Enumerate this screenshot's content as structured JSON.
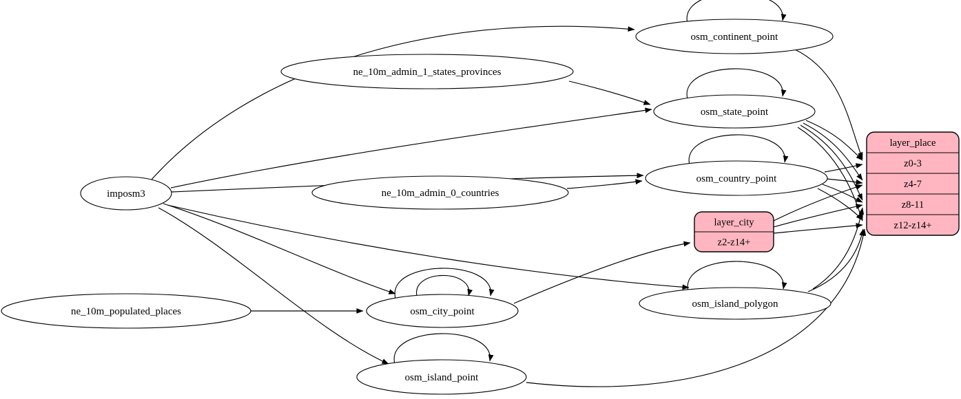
{
  "diagram": {
    "title": "etl-place-diagram",
    "colors": {
      "background": "#ffffff",
      "node_fill": "#ffffff",
      "record_fill": "#ffb6c1",
      "stroke": "#000000"
    },
    "nodes": [
      {
        "id": "imposm3",
        "shape": "ellipse",
        "label": "imposm3"
      },
      {
        "id": "ne_10m_admin_1_states_provinces",
        "shape": "ellipse",
        "label": "ne_10m_admin_1_states_provinces"
      },
      {
        "id": "ne_10m_admin_0_countries",
        "shape": "ellipse",
        "label": "ne_10m_admin_0_countries"
      },
      {
        "id": "ne_10m_populated_places",
        "shape": "ellipse",
        "label": "ne_10m_populated_places"
      },
      {
        "id": "osm_continent_point",
        "shape": "ellipse",
        "label": "osm_continent_point"
      },
      {
        "id": "osm_state_point",
        "shape": "ellipse",
        "label": "osm_state_point"
      },
      {
        "id": "osm_country_point",
        "shape": "ellipse",
        "label": "osm_country_point"
      },
      {
        "id": "osm_city_point",
        "shape": "ellipse",
        "label": "osm_city_point"
      },
      {
        "id": "osm_island_polygon",
        "shape": "ellipse",
        "label": "osm_island_polygon"
      },
      {
        "id": "osm_island_point",
        "shape": "ellipse",
        "label": "osm_island_point"
      },
      {
        "id": "layer_city",
        "shape": "record",
        "title": "layer_city",
        "rows": [
          "z2-z14+"
        ]
      },
      {
        "id": "layer_place",
        "shape": "record",
        "title": "layer_place",
        "rows": [
          "z0-3",
          "z4-7",
          "z8-11",
          "z12-z14+"
        ]
      }
    ],
    "edges": [
      {
        "from": "imposm3",
        "to": "osm_continent_point"
      },
      {
        "from": "imposm3",
        "to": "osm_state_point"
      },
      {
        "from": "imposm3",
        "to": "osm_country_point"
      },
      {
        "from": "imposm3",
        "to": "osm_city_point"
      },
      {
        "from": "imposm3",
        "to": "osm_island_polygon"
      },
      {
        "from": "imposm3",
        "to": "osm_island_point"
      },
      {
        "from": "ne_10m_admin_1_states_provinces",
        "to": "osm_state_point"
      },
      {
        "from": "ne_10m_admin_0_countries",
        "to": "osm_country_point"
      },
      {
        "from": "ne_10m_populated_places",
        "to": "osm_city_point"
      },
      {
        "from": "osm_continent_point",
        "to": "osm_continent_point"
      },
      {
        "from": "osm_state_point",
        "to": "osm_state_point"
      },
      {
        "from": "osm_country_point",
        "to": "osm_country_point"
      },
      {
        "from": "osm_city_point",
        "to": "osm_city_point"
      },
      {
        "from": "osm_city_point",
        "to": "osm_city_point"
      },
      {
        "from": "osm_island_polygon",
        "to": "osm_island_polygon"
      },
      {
        "from": "osm_island_point",
        "to": "osm_island_point"
      },
      {
        "from": "osm_city_point",
        "to": "layer_city",
        "to_row": "z2-z14+"
      },
      {
        "from": "osm_continent_point",
        "to": "layer_place",
        "to_row": "z0-3"
      },
      {
        "from": "osm_state_point",
        "to": "layer_place",
        "to_row": "z0-3"
      },
      {
        "from": "osm_state_point",
        "to": "layer_place",
        "to_row": "z4-7"
      },
      {
        "from": "osm_state_point",
        "to": "layer_place",
        "to_row": "z8-11"
      },
      {
        "from": "osm_state_point",
        "to": "layer_place",
        "to_row": "z12-z14+"
      },
      {
        "from": "osm_country_point",
        "to": "layer_place",
        "to_row": "z0-3"
      },
      {
        "from": "osm_country_point",
        "to": "layer_place",
        "to_row": "z4-7"
      },
      {
        "from": "osm_country_point",
        "to": "layer_place",
        "to_row": "z8-11"
      },
      {
        "from": "osm_country_point",
        "to": "layer_place",
        "to_row": "z12-z14+"
      },
      {
        "from": "layer_city",
        "to": "layer_place",
        "to_row": "z4-7"
      },
      {
        "from": "layer_city",
        "to": "layer_place",
        "to_row": "z8-11"
      },
      {
        "from": "layer_city",
        "to": "layer_place",
        "to_row": "z12-z14+"
      },
      {
        "from": "osm_island_polygon",
        "to": "layer_place",
        "to_row": "z8-11"
      },
      {
        "from": "osm_island_polygon",
        "to": "layer_place",
        "to_row": "z12-z14+"
      },
      {
        "from": "osm_island_point",
        "to": "layer_place",
        "to_row": "z12-z14+"
      }
    ]
  }
}
